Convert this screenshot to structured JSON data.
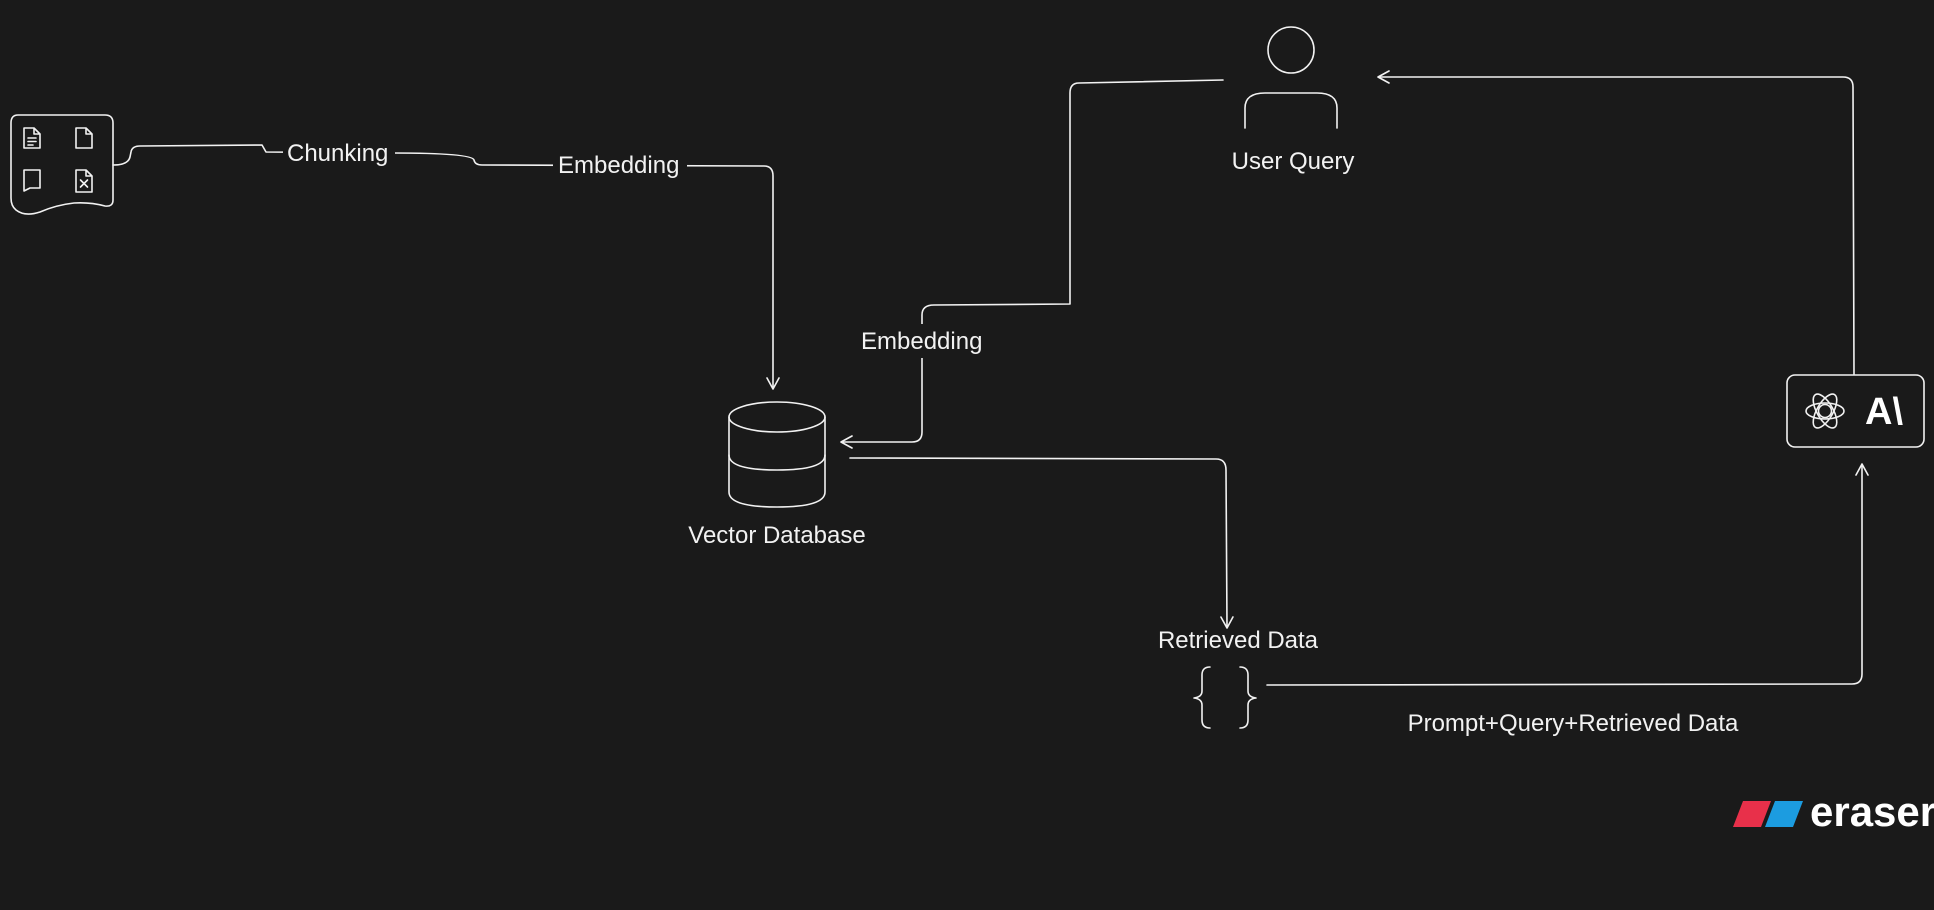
{
  "labels": {
    "chunking": "Chunking",
    "embedding_docs": "Embedding",
    "embedding_query": "Embedding",
    "user_query": "User Query",
    "vector_database": "Vector Database",
    "retrieved_data": "Retrieved Data",
    "prompt_flow": "Prompt+Query+Retrieved Data"
  },
  "llm_box": {
    "model_icons": [
      "openai-icon",
      "anthropic-icon"
    ],
    "anthropic_mark": "A\\"
  },
  "retrieved_data_symbol": "{ }",
  "brand": {
    "name": "eraser",
    "colors": [
      "#e8304a",
      "#1c9ce0"
    ]
  },
  "theme": {
    "background": "#1a1a1a",
    "stroke": "#f2f2f2"
  }
}
